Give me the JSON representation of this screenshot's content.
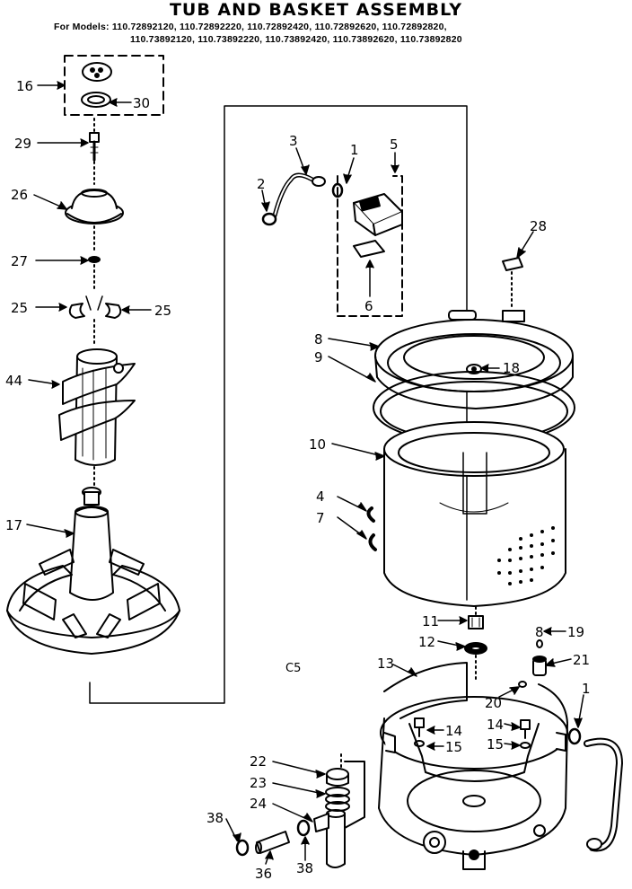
{
  "header": {
    "title": "TUB AND BASKET ASSEMBLY",
    "models_line_1": "For Models: 110.72892120, 110.72892220, 110.72892420, 110.72892620, 110.72892820,",
    "models_line_2": "110.73892120, 110.73892220, 110.73892420, 110.73892620, 110.73892820"
  },
  "diagram_code": "C5",
  "callouts": [
    "16",
    "30",
    "29",
    "26",
    "27",
    "25",
    "25",
    "44",
    "17",
    "3",
    "1",
    "5",
    "2",
    "6",
    "28",
    "8",
    "9",
    "18",
    "10",
    "4",
    "7",
    "11",
    "12",
    "8",
    "19",
    "21",
    "20",
    "13",
    "14",
    "15",
    "14",
    "15",
    "1",
    "22",
    "23",
    "24",
    "38",
    "36",
    "38"
  ]
}
